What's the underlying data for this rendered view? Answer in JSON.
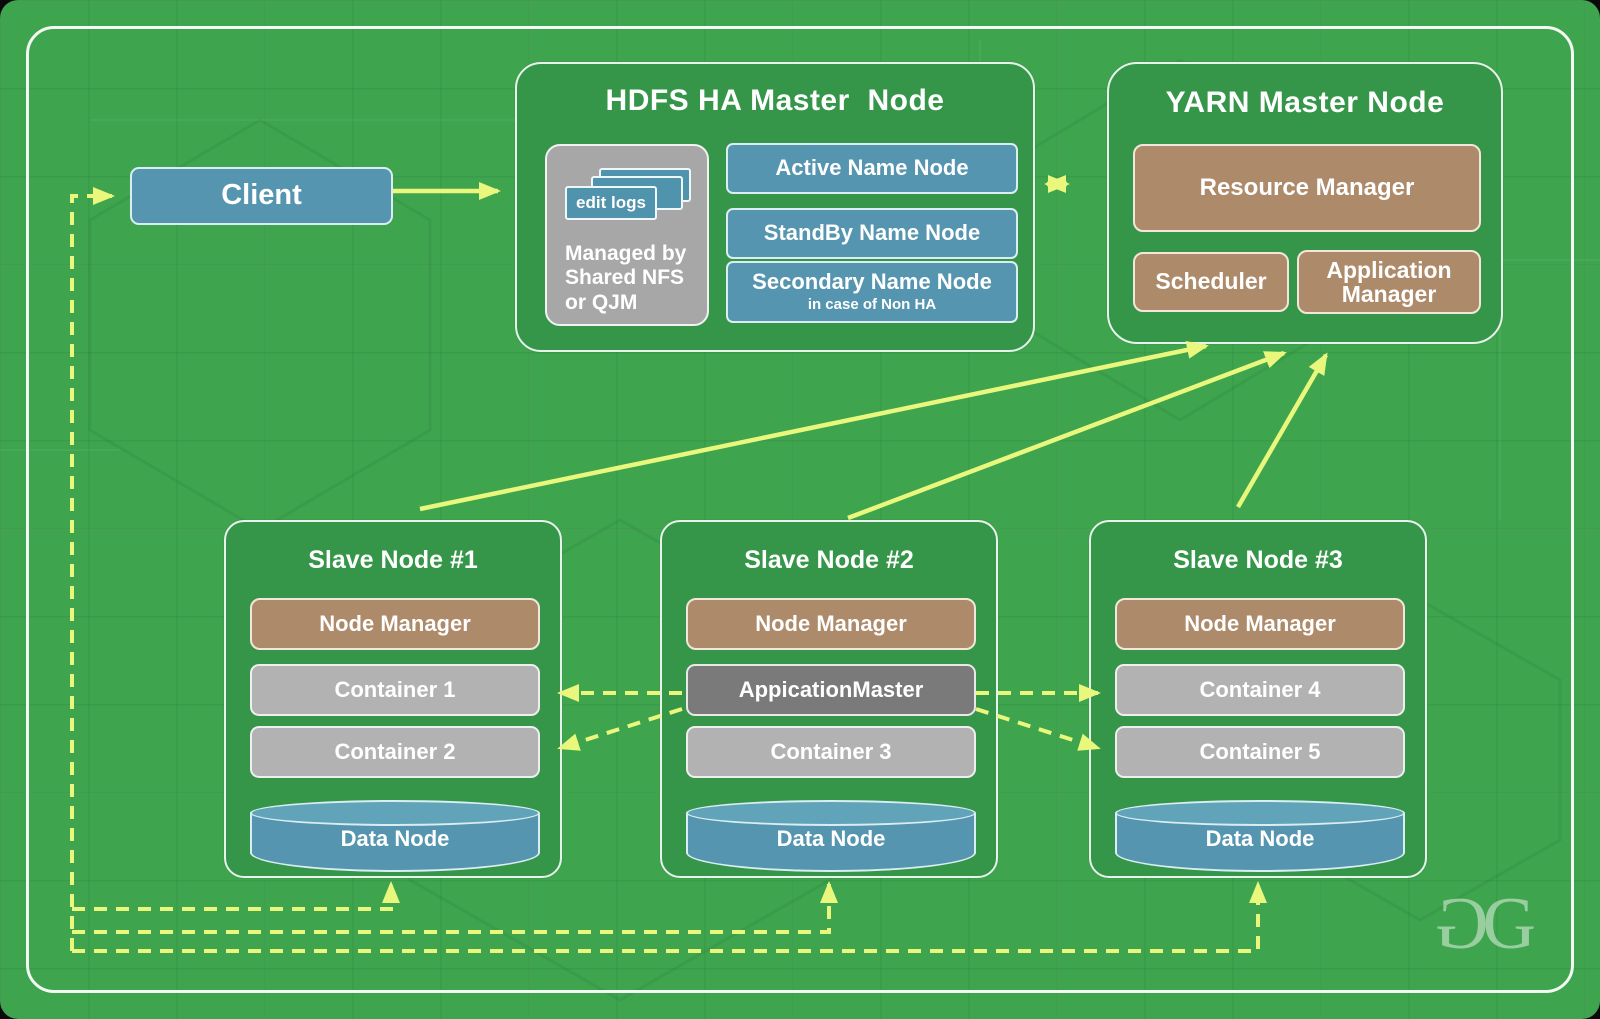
{
  "colors": {
    "background_green": "#3ea44e",
    "panel_green": "#35964a",
    "accent_yellow": "#e9f77d",
    "node_blue": "#5595af",
    "node_brown": "#ad8a6a",
    "container_gray": "#b2b2b2",
    "app_master_gray": "#7a7a7a",
    "edit_logs_gray": "#a7a7a7"
  },
  "client": {
    "label": "Client"
  },
  "hdfs": {
    "title": "HDFS HA Master  Node",
    "edit_logs": {
      "icon_label": "edit logs",
      "caption_lines": [
        "Managed by",
        "Shared NFS",
        "or QJM"
      ]
    },
    "nodes": [
      {
        "label": "Active Name Node"
      },
      {
        "label": "StandBy Name Node"
      },
      {
        "label": "Secondary Name Node",
        "sublabel": "in case of Non HA"
      }
    ]
  },
  "yarn": {
    "title": "YARN Master Node",
    "resource_manager": "Resource Manager",
    "scheduler": "Scheduler",
    "application_manager": "Application Manager"
  },
  "slaves": [
    {
      "title": "Slave Node #1",
      "node_manager": "Node Manager",
      "slot1": "Container 1",
      "slot2": "Container 2",
      "data_node": "Data Node"
    },
    {
      "title": "Slave Node #2",
      "node_manager": "Node Manager",
      "slot1": "AppicationMaster",
      "slot2": "Container 3",
      "data_node": "Data Node"
    },
    {
      "title": "Slave Node #3",
      "node_manager": "Node Manager",
      "slot1": "Container 4",
      "slot2": "Container 5",
      "data_node": "Data Node"
    }
  ],
  "watermark": {
    "letter1": "G",
    "letter2": "G"
  }
}
